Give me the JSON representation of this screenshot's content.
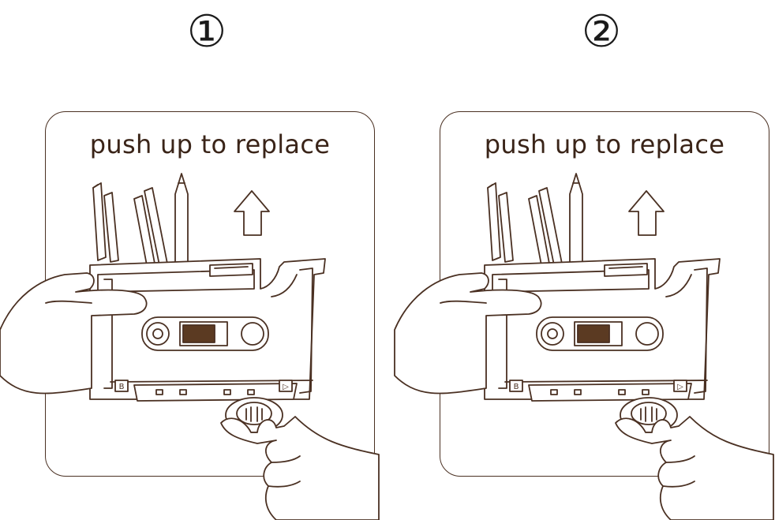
{
  "steps": [
    {
      "number": "①",
      "caption": "push up to replace"
    },
    {
      "number": "②",
      "caption": "push up to replace"
    }
  ],
  "cassette": {
    "left_label": "B",
    "right_label": "▷"
  },
  "colors": {
    "line": "#4a3022",
    "tape_brown": "#5b3a22",
    "skin": "#ffffff"
  }
}
